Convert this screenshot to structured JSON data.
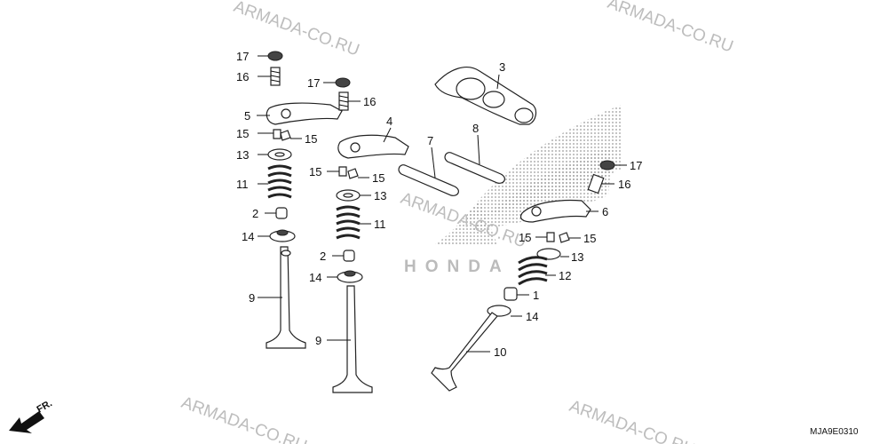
{
  "watermark": {
    "text": "ARMADA-CO.RU",
    "instances": [
      {
        "text": "ARMADA-CO.RU"
      },
      {
        "text": "ARMADA-CO.RU"
      },
      {
        "text": "ARMADA-CO.RU"
      },
      {
        "text": "ARMADA-CO.RU"
      },
      {
        "text": "ARMADA-CO.RU"
      }
    ]
  },
  "brand_logo": {
    "text": "HONDA"
  },
  "direction_indicator": {
    "label": "FR."
  },
  "diagram_code": "MJA9E0310",
  "callouts": {
    "left": [
      {
        "label": "17"
      },
      {
        "label": "16"
      },
      {
        "label": "5"
      },
      {
        "label": "15"
      },
      {
        "label": "15"
      },
      {
        "label": "13"
      },
      {
        "label": "11"
      },
      {
        "label": "2"
      },
      {
        "label": "14"
      },
      {
        "label": "9"
      }
    ],
    "center": [
      {
        "label": "17"
      },
      {
        "label": "16"
      },
      {
        "label": "4"
      },
      {
        "label": "15"
      },
      {
        "label": "15"
      },
      {
        "label": "13"
      },
      {
        "label": "11"
      },
      {
        "label": "2"
      },
      {
        "label": "14"
      },
      {
        "label": "9"
      },
      {
        "label": "7"
      },
      {
        "label": "8"
      }
    ],
    "right": [
      {
        "label": "3"
      },
      {
        "label": "17"
      },
      {
        "label": "16"
      },
      {
        "label": "6"
      },
      {
        "label": "15"
      },
      {
        "label": "15"
      },
      {
        "label": "13"
      },
      {
        "label": "12"
      },
      {
        "label": "1"
      },
      {
        "label": "14"
      },
      {
        "label": "10"
      }
    ]
  },
  "colors": {
    "line": "#222222",
    "watermark": "#bdbdbd",
    "logo_dots": "#9a9a9a"
  }
}
